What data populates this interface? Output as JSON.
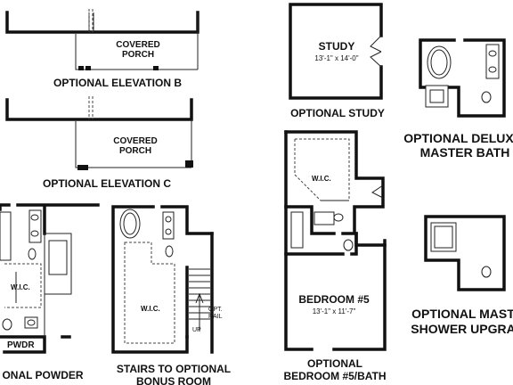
{
  "captions": {
    "elevation_b": "OPTIONAL ELEVATION B",
    "elevation_c": "OPTIONAL ELEVATION C",
    "study": "OPTIONAL STUDY",
    "deluxe_bath_line1": "OPTIONAL DELUX",
    "deluxe_bath_line2": "MASTER BATH",
    "powder": "ONAL POWDER",
    "stairs_line1": "STAIRS TO OPTIONAL",
    "stairs_line2": "BONUS ROOM",
    "bedroom5_line1": "OPTIONAL",
    "bedroom5_line2": "BEDROOM #5/BATH",
    "shower_line1": "OPTIONAL MAST",
    "shower_line2": "SHOWER UPGRA"
  },
  "rooms": {
    "covered_porch_b_line1": "COVERED",
    "covered_porch_b_line2": "PORCH",
    "covered_porch_c_line1": "COVERED",
    "covered_porch_c_line2": "PORCH",
    "study_name": "STUDY",
    "study_dims": "13'-1\" x 14'-0\"",
    "wic_powder": "W.I.C.",
    "pwdr": "PWDR",
    "wic_stairs": "W.I.C.",
    "up": "UP",
    "opt_rail_line1": "OPT.",
    "opt_rail_line2": "RAIL",
    "wic_bedroom": "W.I.C.",
    "bedroom5_name": "BEDROOM #5",
    "bedroom5_dims": "13'-1\" x 11'-7\""
  }
}
